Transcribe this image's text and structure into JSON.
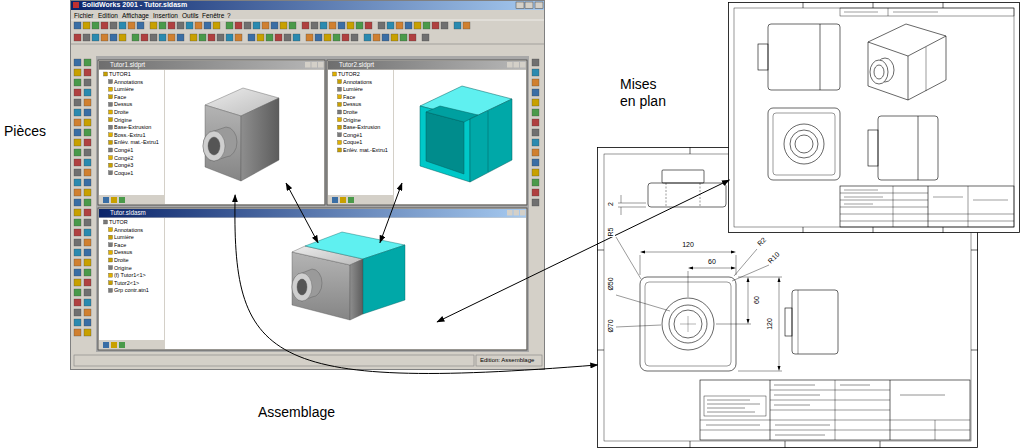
{
  "diagram": {
    "nodes": [
      {
        "text": [
          "SolidWorks 2001 - Tutor.sldasm",
          "Fichier",
          "Edition",
          "Affichage",
          "Insertion",
          "Outils",
          "Fenêtre",
          "?",
          "Edition: Assemblage"
        ]
      },
      {
        "text": [
          "Tutor1.sldprt",
          "TUTOR1",
          "Annotations",
          "Lumière",
          "Face",
          "Dessus",
          "Droite",
          "Origine",
          "Base-Extrusion",
          "Boss.-Extru1",
          "Enlèv. mat.-Extru1",
          "Congé1",
          "Congé2",
          "Congé3",
          "Coque1"
        ],
        "in": 0
      },
      {
        "text": [
          "Tutor2.sldprt",
          "TUTOR2",
          "Annotations",
          "Lumière",
          "Face",
          "Dessus",
          "Droite",
          "Origine",
          "Base-Extrusion",
          "Congé1",
          "Coque1",
          "Enlèv. mat.-Extru1"
        ],
        "in": 0
      },
      {
        "text": [
          "Tutor.sldasm",
          "TUTOR",
          "Annotations",
          "Lumière",
          "Face",
          "Dessus",
          "Droite",
          "Origine",
          "(f) Tutor1<1>",
          "Tutor2<1>",
          "Grp contr.atn1"
        ],
        "in": 0
      },
      {
        "text": []
      },
      {
        "text": [
          "R5",
          "2",
          "120",
          "60",
          "R2",
          "R10",
          "Ø50",
          "Ø70",
          "60",
          "120"
        ]
      }
    ],
    "edges": [
      {
        "from": 1,
        "to": 3,
        "arrow": "both"
      },
      {
        "from": 2,
        "to": 3,
        "arrow": "both"
      },
      {
        "from": 3,
        "to": 4,
        "arrow": "both"
      },
      {
        "from": 1,
        "to": 5,
        "arrow": "both"
      }
    ],
    "labels": [
      "Pièces",
      "Mises en plan",
      "Assemblage"
    ]
  }
}
